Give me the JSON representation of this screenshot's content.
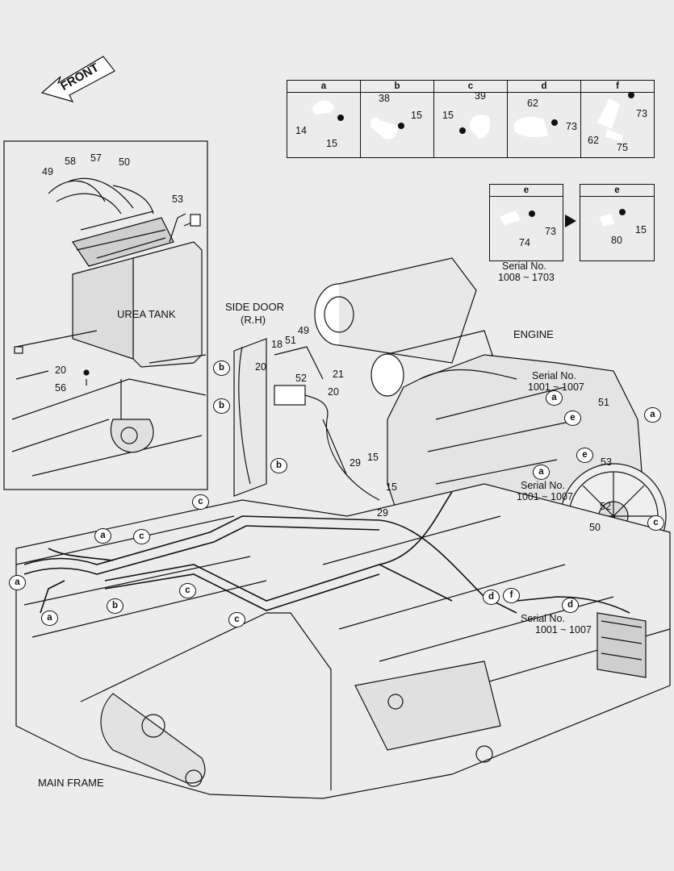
{
  "front_label": "FRONT",
  "inset": {
    "tank_label": "UREA TANK",
    "parts": [
      "49",
      "58",
      "57",
      "50",
      "53",
      "20",
      "56"
    ]
  },
  "main_labels": {
    "side_door": "SIDE DOOR",
    "side_door_sub": "(R.H)",
    "engine": "ENGINE",
    "main_frame": "MAIN FRAME"
  },
  "serials": {
    "s1": "Serial No.",
    "s1_range": "1001 ~ 1007",
    "s2": "Serial No.",
    "s2_range": "1001 ~ 1007",
    "s3": "Serial No.",
    "s3_range": "1001 ~ 1007",
    "e_box": "Serial No.",
    "e_box_range": "1008 ~ 1703"
  },
  "detail_boxes": {
    "a": {
      "letter": "a",
      "parts": [
        "14",
        "15"
      ]
    },
    "b": {
      "letter": "b",
      "parts": [
        "38",
        "15"
      ]
    },
    "c": {
      "letter": "c",
      "parts": [
        "39",
        "15"
      ]
    },
    "d": {
      "letter": "d",
      "parts": [
        "62",
        "73"
      ]
    },
    "f": {
      "letter": "f",
      "parts": [
        "73",
        "62",
        "75"
      ]
    },
    "e1": {
      "letter": "e",
      "parts": [
        "74",
        "73"
      ]
    },
    "e2": {
      "letter": "e",
      "parts": [
        "80",
        "15"
      ]
    }
  },
  "callouts": [
    "18",
    "51",
    "49",
    "20",
    "52",
    "21",
    "20",
    "29",
    "15",
    "15",
    "29",
    "51",
    "53",
    "52",
    "50"
  ],
  "clip_letters": {
    "a": "a",
    "b": "b",
    "c": "c",
    "d": "d",
    "e": "e",
    "f": "f"
  },
  "colors": {
    "line": "#111111",
    "background": "#ececec"
  }
}
